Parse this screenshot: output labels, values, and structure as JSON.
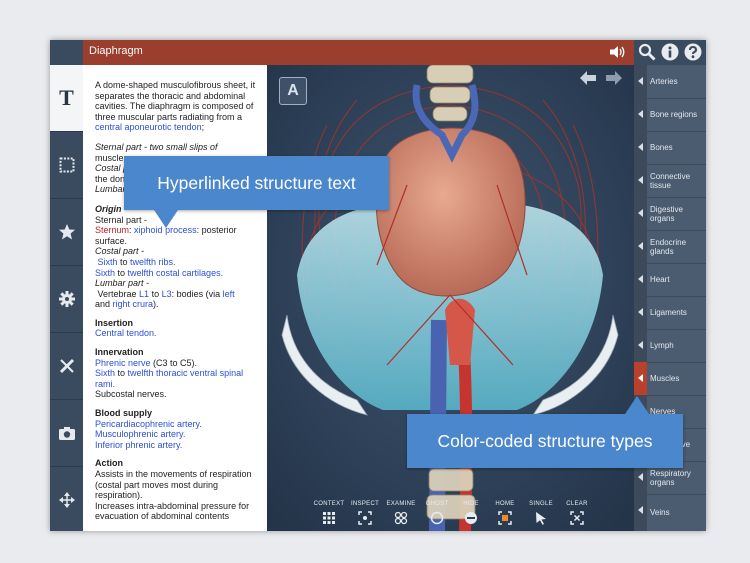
{
  "title_bar": {
    "title": "Diaphragm"
  },
  "left_sidebar": {
    "items": [
      {
        "name": "text-tool",
        "icon": "T"
      },
      {
        "name": "frame-tool",
        "icon": "frame-icon"
      },
      {
        "name": "favorites",
        "icon": "star-icon"
      },
      {
        "name": "settings",
        "icon": "gear-icon"
      },
      {
        "name": "dissect",
        "icon": "scalpel-icon"
      },
      {
        "name": "camera",
        "icon": "camera-icon"
      },
      {
        "name": "move",
        "icon": "move-icon"
      }
    ]
  },
  "text_panel": {
    "intro_text": "A dome-shaped musculofibrous sheet, it separates the thoracic and abdominal cavities. The diaphragm is composed of three muscular parts radiating from a",
    "intro_link": "central aponeurotic tendon",
    "intro_end": ";",
    "parts": {
      "sternal_label": "Sternal part",
      "sternal_rest": " - two small slips of",
      "muscle": "muscle",
      "costal_label": "Costal p",
      "the_dome": "the don",
      "lumbar_label": "Lumbar"
    },
    "origin": {
      "heading": "Origin",
      "sternal_part": "Sternal part -",
      "sternum": "Sternum",
      "colon": ":",
      "xiphoid": "xiphoid process",
      "posterior": ": posterior surface.",
      "costal_part": "Costal part -",
      "sixth1": "Sixth",
      "to1": " to ",
      "twelfth_ribs": "twelfth ribs.",
      "sixth2": "Sixth",
      "to2": " to ",
      "twelfth_costal": "twelfth costal cartilages.",
      "lumbar_part": "Lumbar part -",
      "vertebrae": "Vertebrae ",
      "l1": "L1",
      "to3": " to ",
      "l3": "L3",
      "bodies": ": bodies (via ",
      "left": "left",
      "and": " and ",
      "right_crura": "right crura",
      "close": ")."
    },
    "insertion": {
      "heading": "Insertion",
      "value": "Central tendon."
    },
    "innervation": {
      "heading": "Innervation",
      "phrenic": "Phrenic nerve",
      "phrenic_rest": " (C3 to C5).",
      "sixth": "Sixth",
      "to": " to ",
      "twelfth_thoracic": "twelfth thoracic ventral spinal rami.",
      "subcostal": "Subcostal nerves."
    },
    "blood_supply": {
      "heading": "Blood supply",
      "a1": "Pericardiacophrenic artery.",
      "a2": "Musculophrenic artery.",
      "a3": "Inferior phrenic artery."
    },
    "action": {
      "heading": "Action",
      "line1": "Assists in the movements of respiration (costal part moves most during respiration).",
      "line2": "Increases intra-abdominal pressure for evacuation of abdominal contents"
    }
  },
  "view": {
    "a_button": "A",
    "bottom_tools": [
      {
        "label": "CONTEXT",
        "icon": "grid-icon"
      },
      {
        "label": "INSPECT",
        "icon": "inspect-icon"
      },
      {
        "label": "EXAMINE",
        "icon": "examine-icon"
      },
      {
        "label": "GHOST",
        "icon": "ghost-circle-icon"
      },
      {
        "label": "HIDE",
        "icon": "hide-icon"
      },
      {
        "label": "HOME",
        "icon": "home-icon"
      },
      {
        "label": "SINGLE",
        "icon": "cursor-icon"
      },
      {
        "label": "CLEAR",
        "icon": "clear-icon"
      }
    ]
  },
  "right_sidebar": {
    "items": [
      {
        "label": "Arteries"
      },
      {
        "label": "Bone regions"
      },
      {
        "label": "Bones"
      },
      {
        "label": "Connective tissue"
      },
      {
        "label": "Digestive organs"
      },
      {
        "label": "Endocrine glands"
      },
      {
        "label": "Heart"
      },
      {
        "label": "Ligaments"
      },
      {
        "label": "Lymph"
      },
      {
        "label": "Muscles",
        "active": true
      },
      {
        "label": "Nerves"
      },
      {
        "label": "Connective"
      },
      {
        "label": "Respiratory organs"
      },
      {
        "label": "Veins"
      }
    ]
  },
  "callouts": {
    "hyperlinked": "Hyperlinked structure text",
    "color_coded": "Color-coded structure types"
  },
  "colors": {
    "title_bar": "#9b3e2d",
    "callout": "#4a87cc",
    "link": "#2b4fd8",
    "active_tab": "#b8402c"
  }
}
